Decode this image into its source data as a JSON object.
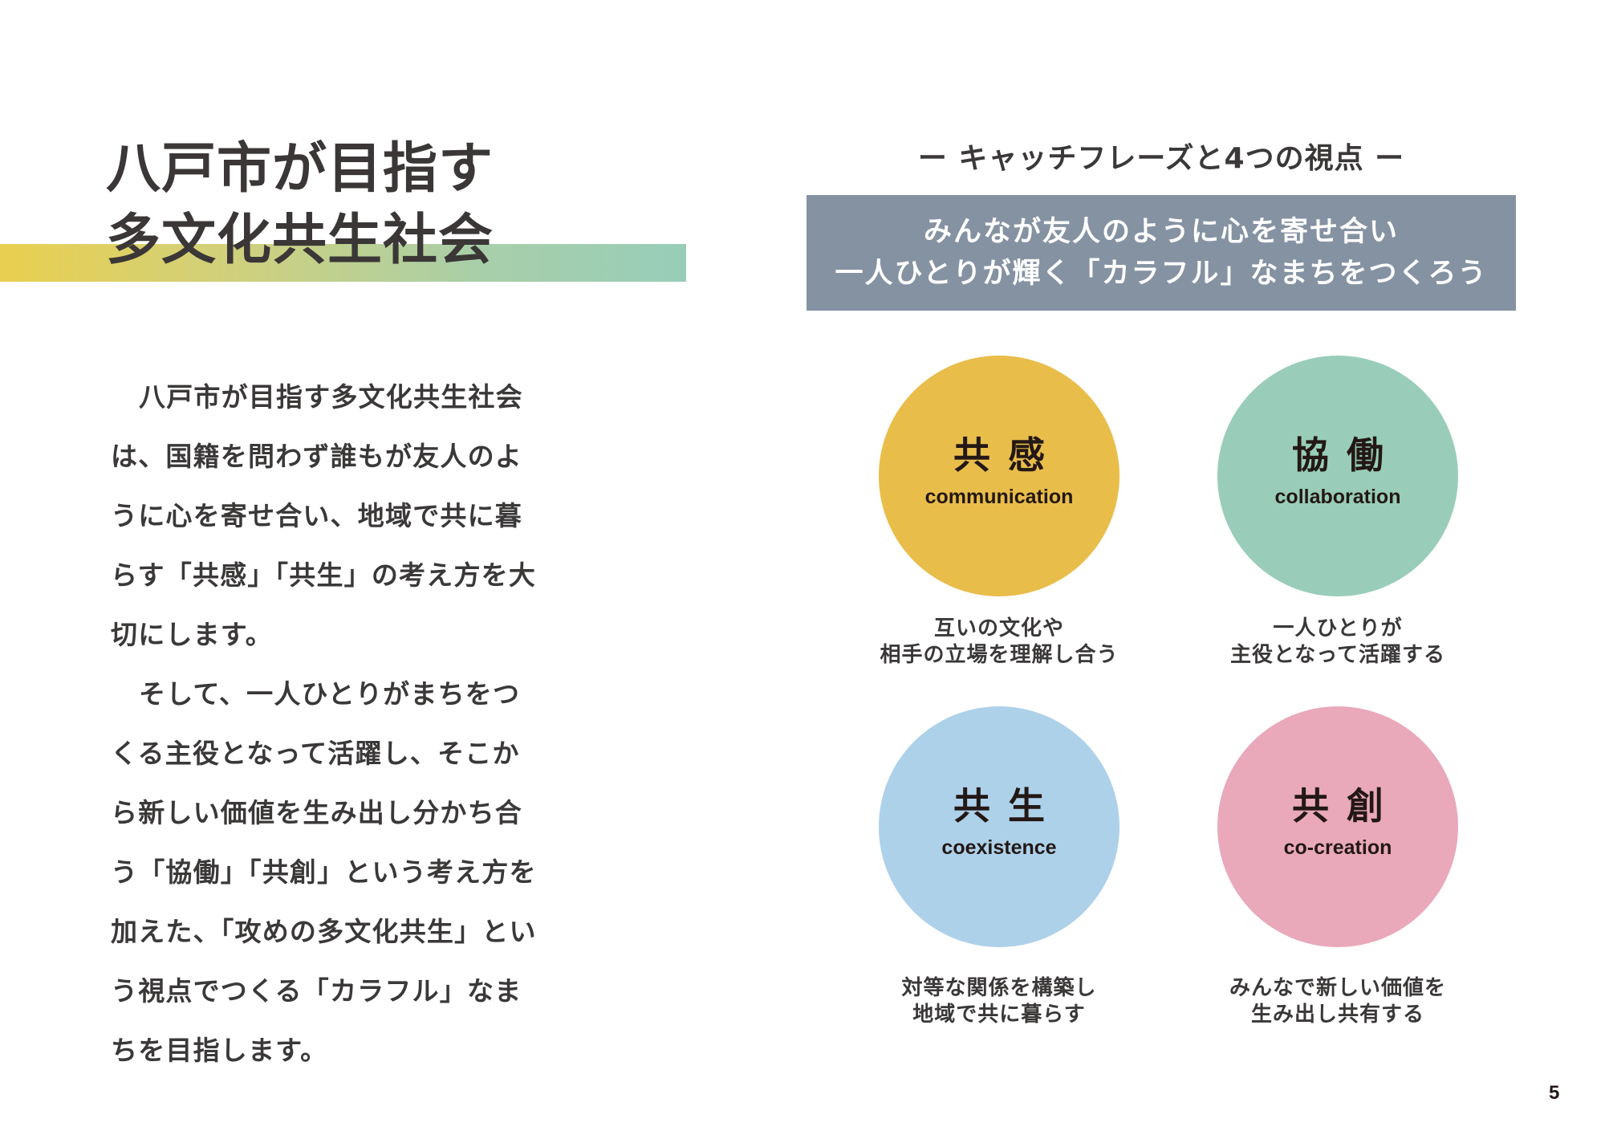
{
  "page": {
    "title_lines": [
      "八戸市が目指す",
      "多文化共生社会"
    ],
    "body_paragraphs": [
      "八戸市が目指す多文化共生社会は、国籍を問わず誰もが友人のように心を寄せ合い、地域で共に暮らす「共感」「共生」の考え方を大切にします。",
      "そして、一人ひとりがまちをつくる主役となって活躍し、そこから新しい価値を生み出し分かち合う「協働」「共創」という考え方を加えた、「攻めの多文化共生」という視点でつくる「カラフル」なまちを目指します。"
    ],
    "page_number": "5"
  },
  "catchphrase": {
    "header": "ー キャッチフレーズと4つの視点 ー",
    "banner_lines": [
      "みんなが友人のように心を寄せ合い",
      "一人ひとりが輝く「カラフル」なまちをつくろう"
    ]
  },
  "viewpoints": [
    {
      "kanji": "共感",
      "english": "communication",
      "color": "#e9bd4a",
      "description": [
        "互いの文化や",
        "相手の立場を理解し合う"
      ]
    },
    {
      "kanji": "協働",
      "english": "collaboration",
      "color": "#99cdb9",
      "description": [
        "一人ひとりが",
        "主役となって活躍する"
      ]
    },
    {
      "kanji": "共生",
      "english": "coexistence",
      "color": "#aed1ea",
      "description": [
        "対等な関係を構築し",
        "地域で共に暮らす"
      ]
    },
    {
      "kanji": "共創",
      "english": "co-creation",
      "color": "#e9a9bb",
      "description": [
        "みんなで新しい価値を",
        "生み出し共有する"
      ]
    }
  ],
  "colors": {
    "banner_bg": "#8592a2",
    "gradient_start": "#e9cf4f",
    "gradient_end": "#98cdb9",
    "text": "#3b3838"
  }
}
